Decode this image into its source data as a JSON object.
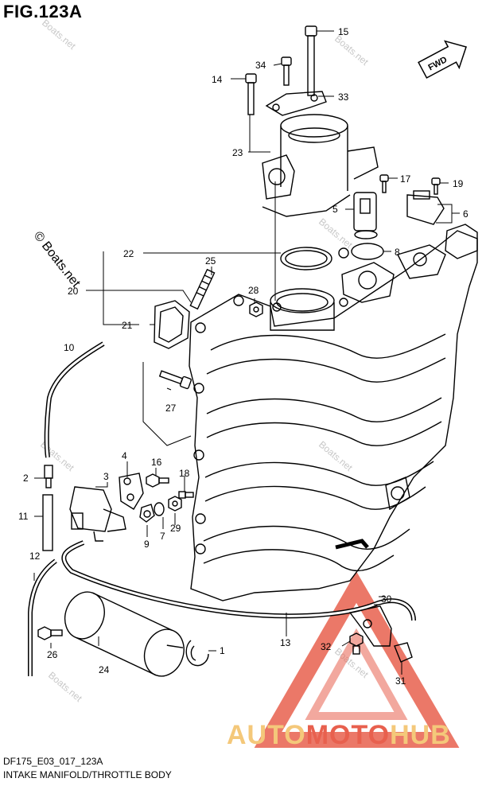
{
  "figure": {
    "title": "FIG.123A",
    "code": "DF175_E03_017_123A",
    "name": "INTAKE MANIFOLD/THROTTLE BODY",
    "direction_marker": "FWD"
  },
  "watermark": {
    "text": "© Boats.net",
    "repeat_text": "Boats.net"
  },
  "brand": {
    "part1": "AUTO",
    "part2": "MOTO",
    "part3": "HUB",
    "colors": {
      "light": "#f4c87a",
      "red": "#e8604e"
    }
  },
  "callouts": [
    {
      "id": "15",
      "label": "15"
    },
    {
      "id": "34",
      "label": "34"
    },
    {
      "id": "14",
      "label": "14"
    },
    {
      "id": "33",
      "label": "33"
    },
    {
      "id": "23",
      "label": "23"
    },
    {
      "id": "17",
      "label": "17"
    },
    {
      "id": "19",
      "label": "19"
    },
    {
      "id": "5",
      "label": "5"
    },
    {
      "id": "6",
      "label": "6"
    },
    {
      "id": "8",
      "label": "8"
    },
    {
      "id": "22",
      "label": "22"
    },
    {
      "id": "25",
      "label": "25"
    },
    {
      "id": "20",
      "label": "20"
    },
    {
      "id": "28",
      "label": "28"
    },
    {
      "id": "21",
      "label": "21"
    },
    {
      "id": "10",
      "label": "10"
    },
    {
      "id": "27",
      "label": "27"
    },
    {
      "id": "4",
      "label": "4"
    },
    {
      "id": "16",
      "label": "16"
    },
    {
      "id": "2",
      "label": "2"
    },
    {
      "id": "3",
      "label": "3"
    },
    {
      "id": "18",
      "label": "18"
    },
    {
      "id": "11",
      "label": "11"
    },
    {
      "id": "9",
      "label": "9"
    },
    {
      "id": "7",
      "label": "7"
    },
    {
      "id": "29",
      "label": "29"
    },
    {
      "id": "12",
      "label": "12"
    },
    {
      "id": "30",
      "label": "30"
    },
    {
      "id": "13",
      "label": "13"
    },
    {
      "id": "1",
      "label": "1"
    },
    {
      "id": "26",
      "label": "26"
    },
    {
      "id": "24",
      "label": "24"
    },
    {
      "id": "32",
      "label": "32"
    },
    {
      "id": "31",
      "label": "31"
    }
  ]
}
